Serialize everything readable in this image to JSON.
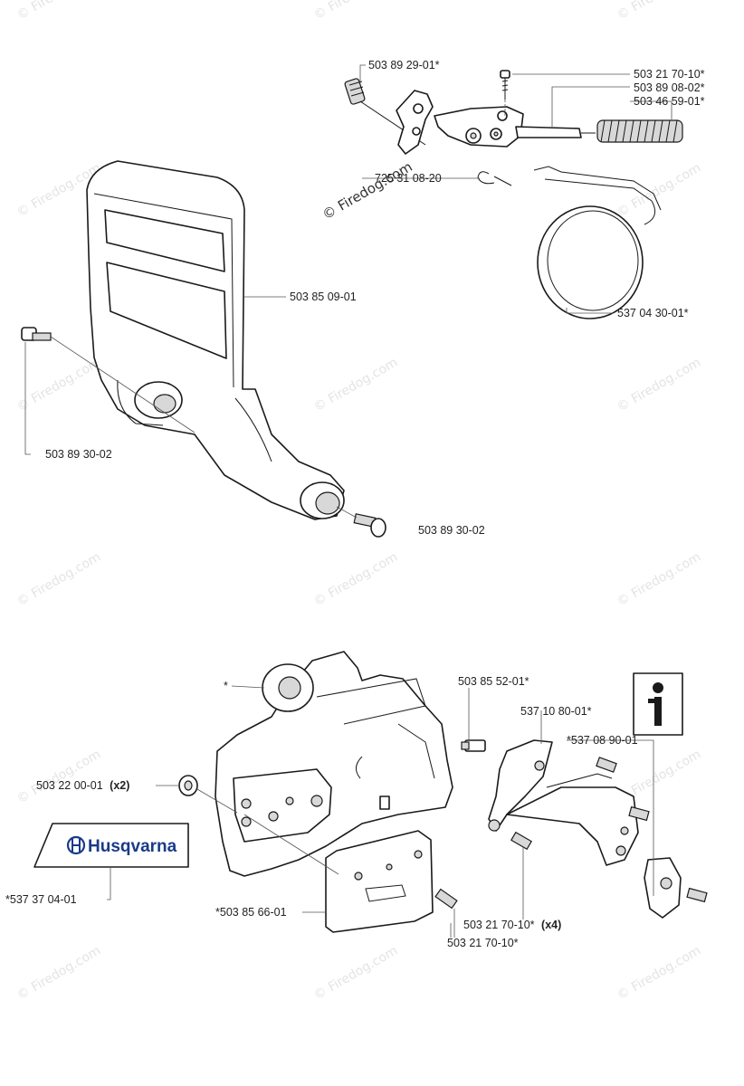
{
  "watermark": {
    "text": "© Firedog.com"
  },
  "top_section": {
    "labels": {
      "pivot_bolt": "503 89 29-01*",
      "screw_top": "503 21 70-10*",
      "brake_rod": "503 89 08-02*",
      "spring": "503 46 59-01*",
      "circlip": "725 31 08-20",
      "handguard": "503 85 09-01",
      "screw_left": "503 89 30-02",
      "screw_bottom": "503 89 30-02",
      "brake_band": "537 04 30-01*"
    }
  },
  "bottom_section": {
    "labels": {
      "asterisk": "*",
      "chain_catcher_screw": "503 85 52-01*",
      "cover_part": "537 10 80-01*",
      "side_part": "*537 08 90-01",
      "nut": "503 22 00-01",
      "nut_qty": "(x2)",
      "plate": "*503 85 66-01",
      "plate_screw": "503 21 70-10*",
      "screws_x4": "503 21 70-10*",
      "screws_x4_qty": "(x4)",
      "decal": "*537 37 04-01"
    },
    "decal_logo": "Husqvarna",
    "info_icon": "info-wrench-icon"
  }
}
